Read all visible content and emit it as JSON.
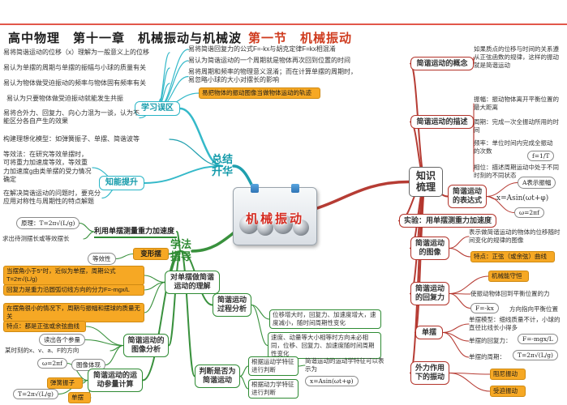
{
  "header": {
    "title_part1": "高中物理　第十一章　机械振动与机械波",
    "title_part2": "第一节　机械振动"
  },
  "center": {
    "label": "机械振动"
  },
  "colors": {
    "cyan": "#2ab5c6",
    "teal": "#139aaa",
    "red": "#b23229",
    "green": "#2e8b33",
    "orange": "#f6a824",
    "center_red": "#d42b20"
  },
  "misconceptions": {
    "label": "学习误区",
    "items": [
      "易将简谐运动的位移（x）理解为一般意义上的位移",
      "易认为单摆的周期与单摆的振幅与小球的质量有关",
      "易认为物体做受迫振动的频率与物体固有频率有关",
      "易认为只要物体做受迫振动就能发生共振",
      "易将合外力、回复力、向心力混为一谈，认为不能区分各自产生的效果",
      "易将简谐回复力的公式F=-kx与胡克定律F=kx相混淆",
      "易认为简谐运动的一个周期就是物体再次回到位置的时间",
      "易将周期和频率的物理意义混淆；而在计算单摆的周期时，易忽略小球的大小对摆长的影响",
      "易把物体的振动图像当做物体运动的轨迹"
    ]
  },
  "summary": {
    "label": "总结升华",
    "items": [
      "构建理想化模型：如弹簧振子、单摆、简谐波等"
    ]
  },
  "improve": {
    "label": "知能提升",
    "items": [
      "等效法：在研究等效单摆时，可将重力加速度等效，等效重力加速度g由类单摆的受力情况确定",
      "在解决简谐运动的问题时，要充分应用对称性与周期性的特点解题"
    ]
  },
  "knowledge": {
    "label": "知识梳理",
    "concept": {
      "label": "简谐运动的概念",
      "desc": "如果质点的位移与时间的关系遵从正弦函数的规律，这样的振动就是简谐运动"
    },
    "describe": {
      "label": "简谐运动的描述",
      "amplitude": "振幅：振动物体离开平衡位置的最大距离",
      "period": "周期：完成一次全振动所用的时间",
      "frequency": "频率：单位时间内完成全振动的次数",
      "freq_formula": "f=1/T",
      "phase": "相位：描述周期运动中处于不同时刻的不同状态"
    },
    "expression": {
      "label": "简谐运动的表达式",
      "formula": "x=Asin(ωt+φ)",
      "note_a": "A表示振幅",
      "note_omega": "ω=2πf"
    },
    "experiment": {
      "label": "实验：用单摆测重力加速度"
    },
    "graph": {
      "label": "简谐运动的图像",
      "desc": "表示做简谐运动的物体的位移随时间变化的规律的图像",
      "feature": "特点：正弦（或余弦）曲线"
    },
    "restoring": {
      "label": "简谐运动的回复力",
      "energy": "机械能守恒",
      "desc": "使振动物体回到平衡位置的力",
      "formula": "F=-kx",
      "note": "方向指向平衡位置"
    },
    "pendulum": {
      "label": "单摆",
      "model": "单摆模型：细线质量不计，小球的直径比线长小得多",
      "restoring_label": "单摆的回复力：",
      "restoring_formula": "F=-mgx/L",
      "period_label": "单摆的周期：",
      "period_formula": "T=2π√(L/g)"
    },
    "forced": {
      "label": "外力作用下的振动",
      "damped": "阻尼振动",
      "forced_vibration": "受迫振动"
    }
  },
  "method": {
    "label": "学法指导",
    "gravity": {
      "label": "利用单摆测量重力加速度",
      "principle": "原理：T=2π√(L/g)",
      "measure": "求出待测摆长或等效摆长"
    },
    "deformed": {
      "label": "变形摆",
      "equivalence": "等效性"
    },
    "understanding": {
      "label": "对单摆做简谐运动的理解",
      "items": [
        "当摆角小于5°时，近似为单摆，周期公式T=2π√(L/g)",
        "回复力是重力沿圆弧切线方向的分力F=-mgx/L",
        "在摆角很小的情况下，周期与振幅和摆球的质量无关"
      ]
    },
    "process": {
      "label": "简谐运动过程分析",
      "items": [
        "位移增大时，回复力、加速度增大，速度减小，随时间周期性变化",
        "速度、动量等大小相等时方向未必相同，位移、回复力、加速度随时间周期性变化"
      ]
    },
    "graph_analysis": {
      "label": "简谐运动的图像分析",
      "feature": "特点：都是正弦或余弦曲线",
      "read": "读出各个参量",
      "direction": "某时刻的x、v、a、F的方向",
      "embody": "图像体现"
    },
    "judge": {
      "label": "判断是否为简谐运动",
      "kinematic": "根据运动学特征进行判断",
      "dynamic": "根据动力学特征进行判断",
      "note": "简谐运动的运动学特征可以表示为",
      "formula": "x=Asin(ωt+φ)"
    },
    "params": {
      "label": "简谐运动的运动参量计算",
      "omega": "ω=2πf",
      "spring": "弹簧振子",
      "period": "T=2π√(L/g)",
      "pendulum": "单摆"
    }
  }
}
